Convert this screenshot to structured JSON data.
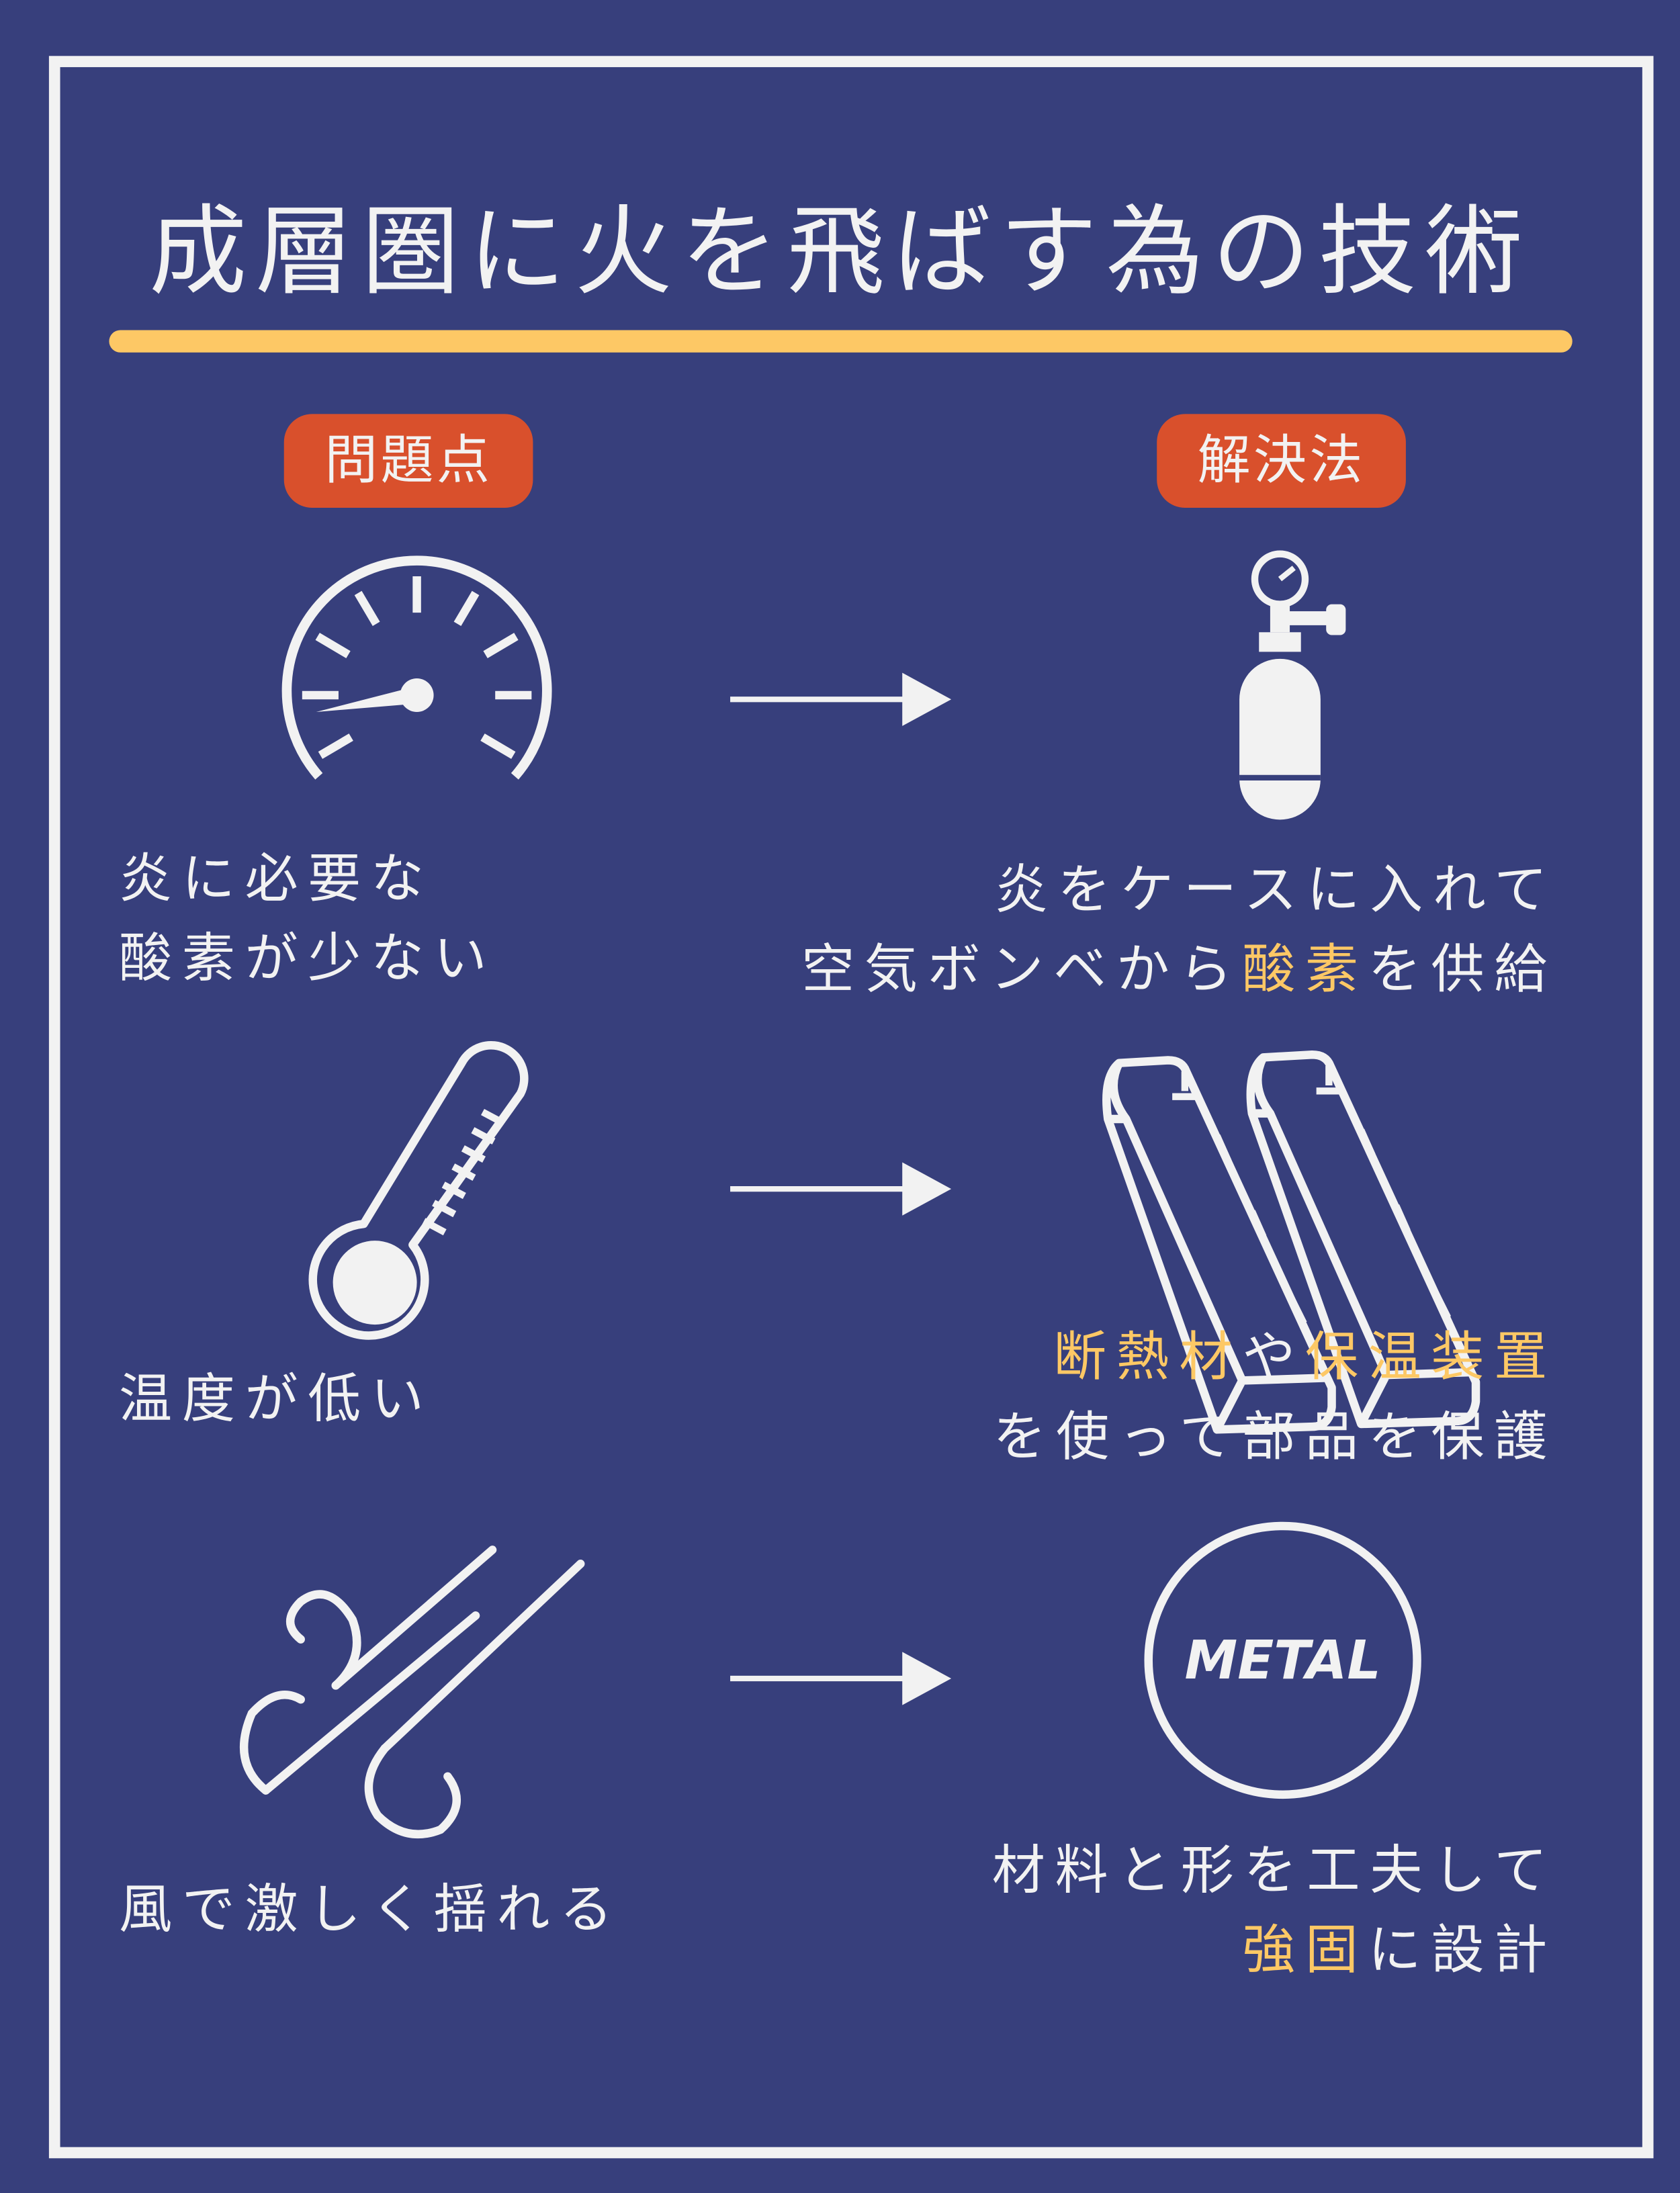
{
  "title": "成層圏に火を飛ばす為の技術",
  "badges": {
    "problem": "問題点",
    "solution": "解決法"
  },
  "rows": [
    {
      "problem_icon": "pressure-gauge-icon",
      "problem": [
        "炎に必要な",
        "酸素が少ない"
      ],
      "solution_icon": "oxygen-tank-icon",
      "solution_line1": "炎をケースに入れて",
      "solution_line2": {
        "a": "空気ボンベから",
        "b": "酸素",
        "c": "を供給"
      }
    },
    {
      "problem_icon": "thermometer-icon",
      "problem": [
        "温度が低い"
      ],
      "solution_icon": "insulation-panels-icon",
      "solution_line1": {
        "a": "断熱材",
        "b": "や",
        "c": "保温装置"
      },
      "solution_line2": "を使って部品を保護"
    },
    {
      "problem_icon": "wind-icon",
      "problem": [
        "風で激しく揺れる"
      ],
      "solution_icon": "metal-badge-icon",
      "metal_label": "METAL",
      "solution_line1": "材料と形を工夫して",
      "solution_line2": {
        "a": "強固",
        "b": "に設計"
      }
    }
  ],
  "colors": {
    "background": "#373f7c",
    "foreground": "#f2f2f2",
    "highlight": "#fdc865",
    "badge": "#d9502c"
  }
}
